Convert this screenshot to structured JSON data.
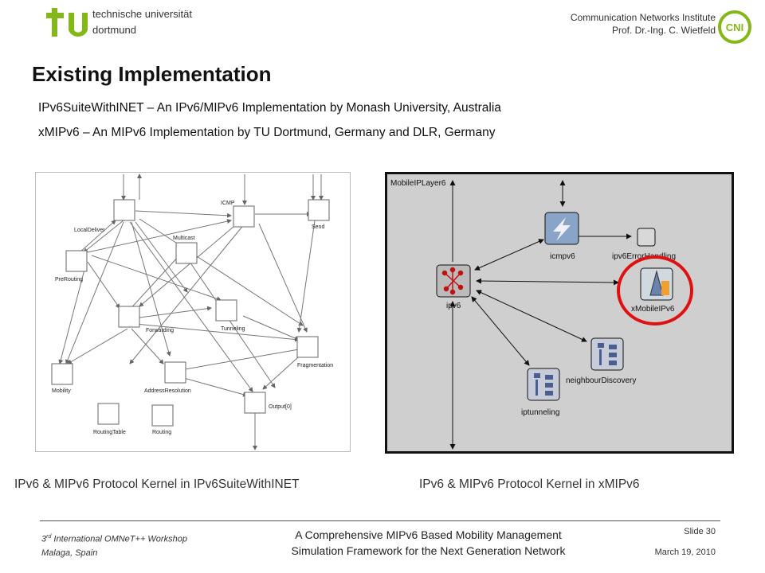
{
  "header": {
    "university_line1": "technische universität",
    "university_line2": "dortmund",
    "institute_line1": "Communication Networks Institute",
    "institute_line2": "Prof. Dr.-Ing. C. Wietfeld",
    "cni_logo_text": "CNI",
    "brand_green": "#84b819"
  },
  "title": "Existing Implementation",
  "bullets": [
    "IPv6SuiteWithINET – An IPv6/MIPv6 Implementation by Monash University, Australia",
    "xMIPv6 – An MIPv6 Implementation by TU Dortmund, Germany and DLR, Germany"
  ],
  "left_diagram": {
    "nodes": [
      "LocalDeliver",
      "ICMP",
      "Send",
      "Multicast",
      "PreRouting",
      "Forwarding",
      "Tunneling",
      "Fragmentation",
      "Mobility",
      "AddressResolution",
      "Output[0]",
      "RoutingTable",
      "Routing"
    ]
  },
  "right_diagram": {
    "module_name": "MobileIPLayer6",
    "nodes": [
      "icmpv6",
      "ipv6ErrorHandling",
      "ipv6",
      "xMobileIPv6",
      "neighbourDiscovery",
      "iptunneling"
    ],
    "highlight_color": "#e01010"
  },
  "captions": {
    "left": "IPv6 & MIPv6 Protocol Kernel in IPv6SuiteWithINET",
    "right": "IPv6 & MIPv6 Protocol Kernel in xMIPv6"
  },
  "footer": {
    "workshop_ordinal": "3",
    "workshop_suffix": "rd",
    "workshop_rest": " International OMNeT++ Workshop",
    "location": "Malaga, Spain",
    "center_line1": "A Comprehensive MIPv6 Based Mobility Management",
    "center_line2": "Simulation Framework for the Next Generation Network",
    "slide": "Slide 30",
    "date": "March 19, 2010"
  }
}
